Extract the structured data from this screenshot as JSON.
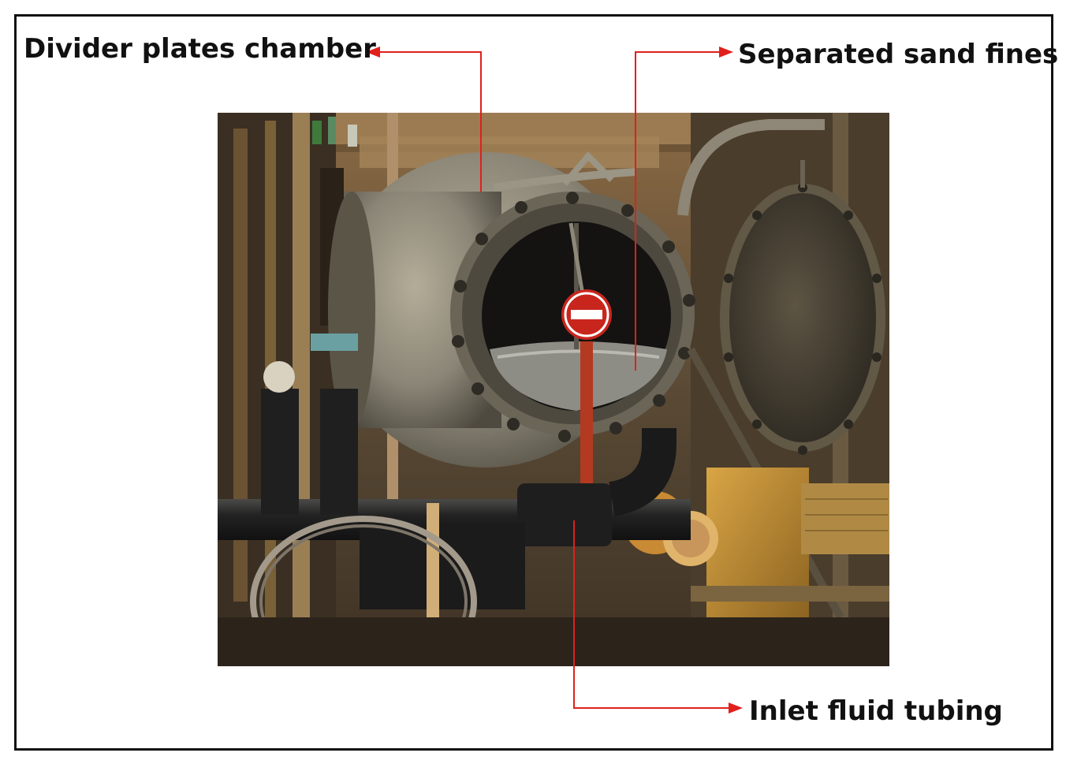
{
  "labels": {
    "divider_plates_chamber": "Divider plates chamber",
    "separated_sand_fines": "Separated sand fines",
    "inlet_fluid_tubing": "Inlet fluid tubing"
  },
  "colors": {
    "callout_line": "#e0201c",
    "frame_border": "#111111",
    "label_text": "#111111",
    "sign_red": "#c8261d",
    "vessel_grey": "#8a8576"
  },
  "photo": {
    "subject": "industrial sand separator vessel with open flanged door"
  }
}
